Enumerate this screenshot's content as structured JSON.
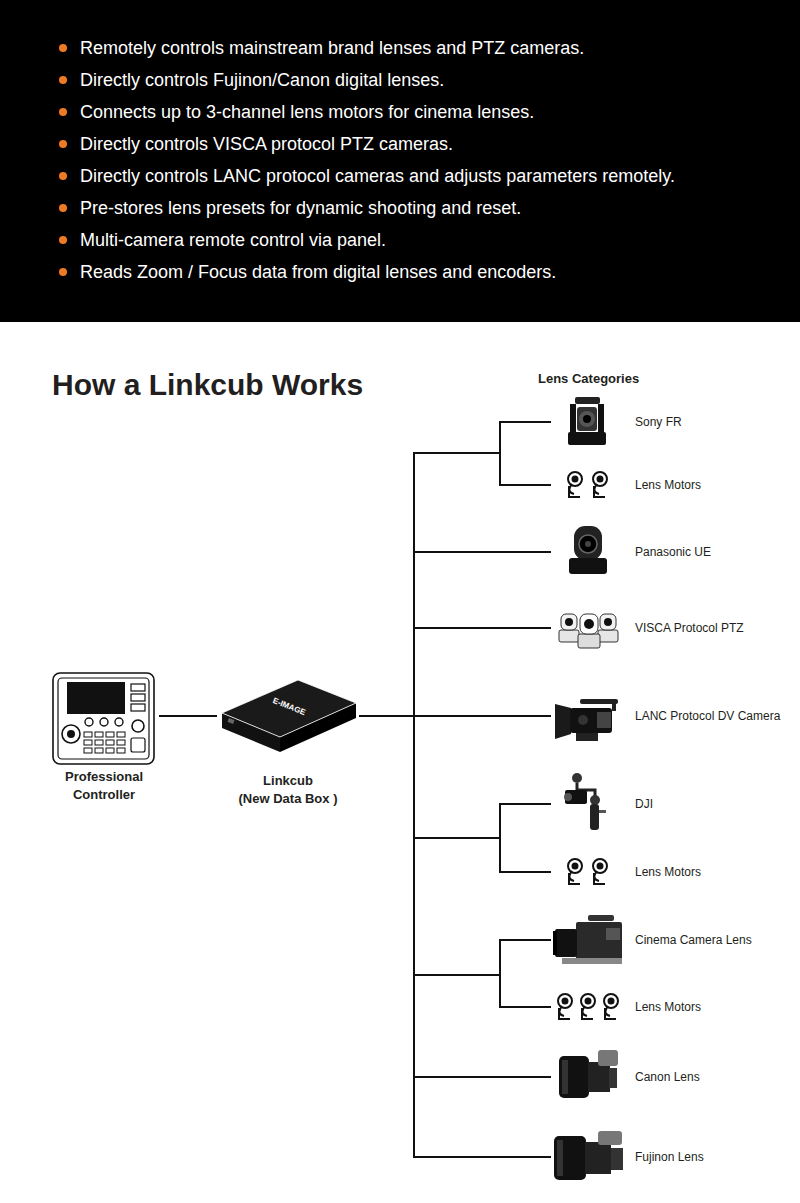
{
  "diagram": {
    "title": "How a Linkcub Works",
    "nodes": [
      {
        "text": [
          "Remotely controls mainstream brand lenses and PTZ cameras.",
          "Directly controls Fujinon/Canon digital lenses.",
          "Connects up to 3-channel lens motors for cinema lenses.",
          "Directly controls VISCA protocol PTZ cameras.",
          "Directly controls LANC protocol cameras and adjusts parameters remotely.",
          "Pre-stores lens presets for dynamic shooting and reset.",
          "Multi-camera remote control via panel.",
          "Reads Zoom / Focus data from digital lenses and encoders."
        ]
      },
      {
        "text": [
          "Professional Controller"
        ]
      },
      {
        "text": [
          "Linkcub",
          "(New Data Box )"
        ]
      },
      {
        "text": [
          "Sony FR"
        ]
      },
      {
        "text": [
          "Lens Motors"
        ]
      },
      {
        "text": [
          "Panasonic UE"
        ]
      },
      {
        "text": [
          "VISCA Protocol PTZ"
        ]
      },
      {
        "text": [
          "LANC Protocol DV Camera"
        ]
      },
      {
        "text": [
          "DJI"
        ]
      },
      {
        "text": [
          "Lens Motors"
        ]
      },
      {
        "text": [
          "Cinema Camera Lens"
        ]
      },
      {
        "text": [
          "Lens Motors"
        ]
      },
      {
        "text": [
          "Canon Lens"
        ]
      },
      {
        "text": [
          "Fujinon Lens"
        ]
      }
    ],
    "edges": [
      {
        "from": 1,
        "to": 2,
        "arrow": "none"
      },
      {
        "from": 2,
        "to": 3,
        "arrow": "none"
      },
      {
        "from": 2,
        "to": 4,
        "arrow": "none"
      },
      {
        "from": 2,
        "to": 5,
        "arrow": "none"
      },
      {
        "from": 2,
        "to": 6,
        "arrow": "none"
      },
      {
        "from": 2,
        "to": 7,
        "arrow": "none"
      },
      {
        "from": 2,
        "to": 8,
        "arrow": "none"
      },
      {
        "from": 2,
        "to": 9,
        "arrow": "none"
      },
      {
        "from": 2,
        "to": 10,
        "arrow": "none"
      },
      {
        "from": 2,
        "to": 11,
        "arrow": "none"
      },
      {
        "from": 2,
        "to": 12,
        "arrow": "none"
      },
      {
        "from": 2,
        "to": 13,
        "arrow": "none"
      }
    ],
    "labels": [
      "Lens Categories",
      "E-IMAGE"
    ]
  }
}
